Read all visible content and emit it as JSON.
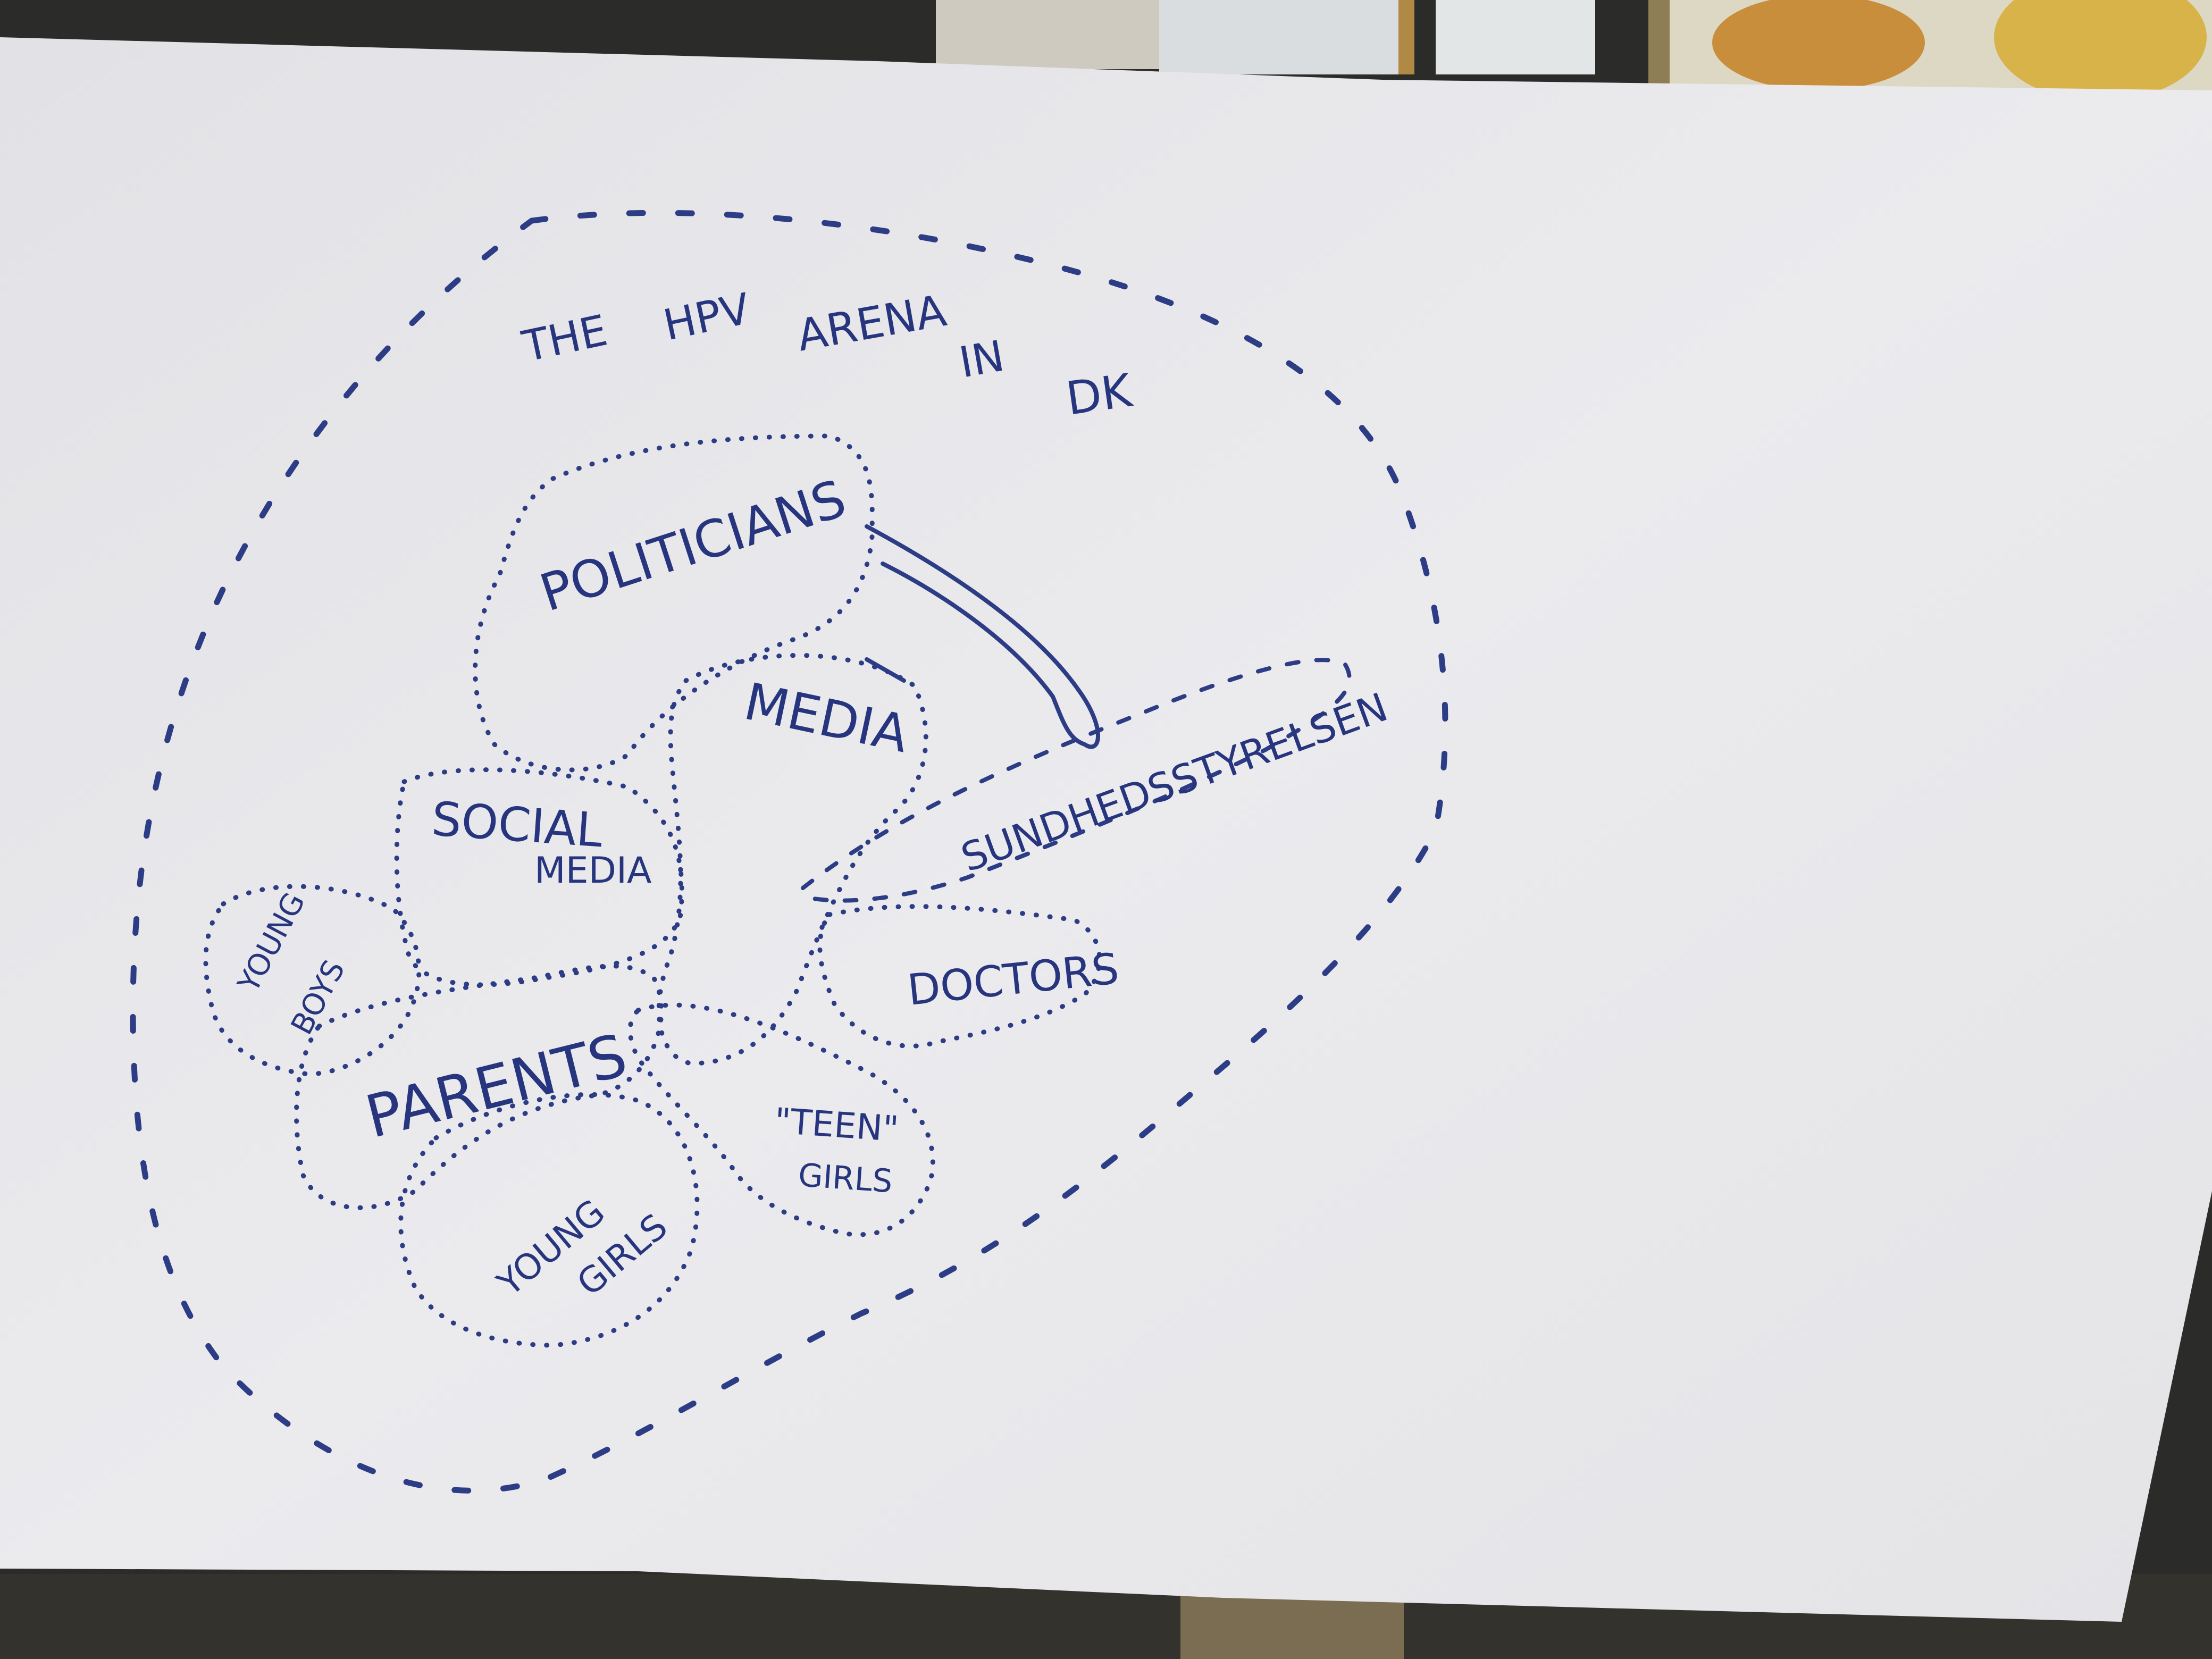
{
  "diagram": {
    "title_words": [
      "THE",
      "HPV",
      "ARENA",
      "IN",
      "DK"
    ],
    "labels": {
      "politicians": "POLITICIANS",
      "media": "MEDIA",
      "social_line1": "SOCIAL",
      "social_line2": "MEDIA",
      "young_boys_line1": "YOUNG",
      "young_boys_line2": "BOYS",
      "parents": "PARENTS",
      "sundhedsstyrelsen": "SUNDHEDSSTYRELSEN",
      "doctors": "DOCTORS",
      "teen_girls_line1": "\"TEEN\"",
      "teen_girls_line2": "GIRLS",
      "young_girls_line1": "YOUNG",
      "young_girls_line2": "GIRLS"
    },
    "ink_color": "#2c3c85",
    "paper_color": "#ebebed"
  }
}
